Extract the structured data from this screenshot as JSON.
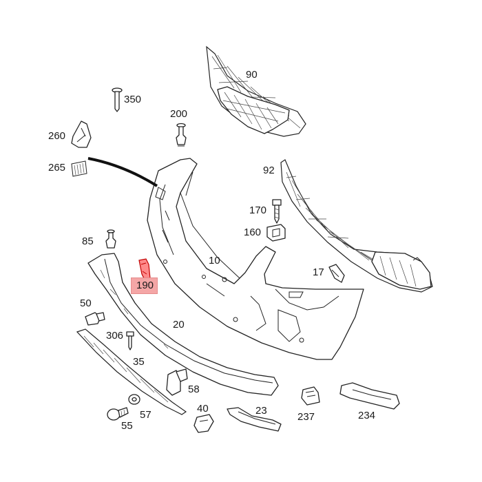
{
  "diagram": {
    "highlight_color": "#f4a6a6",
    "parts": [
      {
        "id": "p90",
        "label": "90",
        "highlighted": false
      },
      {
        "id": "p350",
        "label": "350",
        "highlighted": false
      },
      {
        "id": "p200",
        "label": "200",
        "highlighted": false
      },
      {
        "id": "p260",
        "label": "260",
        "highlighted": false
      },
      {
        "id": "p265",
        "label": "265",
        "highlighted": false
      },
      {
        "id": "p92",
        "label": "92",
        "highlighted": false
      },
      {
        "id": "p170",
        "label": "170",
        "highlighted": false
      },
      {
        "id": "p160",
        "label": "160",
        "highlighted": false
      },
      {
        "id": "p85",
        "label": "85",
        "highlighted": false
      },
      {
        "id": "p10",
        "label": "10",
        "highlighted": false
      },
      {
        "id": "p17",
        "label": "17",
        "highlighted": false
      },
      {
        "id": "p190",
        "label": "190",
        "highlighted": true
      },
      {
        "id": "p50",
        "label": "50",
        "highlighted": false
      },
      {
        "id": "p20",
        "label": "20",
        "highlighted": false
      },
      {
        "id": "p306",
        "label": "306",
        "highlighted": false
      },
      {
        "id": "p35",
        "label": "35",
        "highlighted": false
      },
      {
        "id": "p58",
        "label": "58",
        "highlighted": false
      },
      {
        "id": "p237",
        "label": "237",
        "highlighted": false
      },
      {
        "id": "p234",
        "label": "234",
        "highlighted": false
      },
      {
        "id": "p57",
        "label": "57",
        "highlighted": false
      },
      {
        "id": "p40",
        "label": "40",
        "highlighted": false
      },
      {
        "id": "p23",
        "label": "23",
        "highlighted": false
      },
      {
        "id": "p55",
        "label": "55",
        "highlighted": false
      }
    ]
  }
}
